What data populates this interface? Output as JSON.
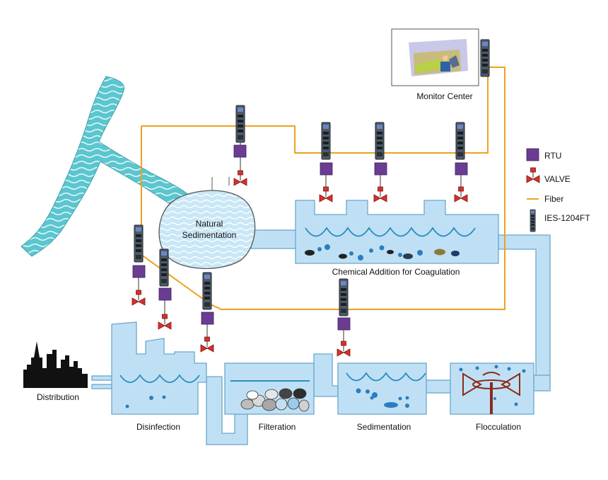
{
  "labels": {
    "monitor_center": "Monitor Center",
    "natural_sedimentation_line1": "Natural",
    "natural_sedimentation_line2": "Sedimentation",
    "chemical_addition": "Chemical Addition for Coagulation",
    "distribution": "Distribution",
    "disinfection": "Disinfection",
    "filteration": "Filteration",
    "sedimentation": "Sedimentation",
    "flocculation": "Flocculation"
  },
  "legend": {
    "rtu": "RTU",
    "valve": "VALVE",
    "fiber": "Fiber",
    "switch": "IES-1204FT"
  },
  "colors": {
    "water_fill": "#bfe0f4",
    "water_stroke": "#6aa7cc",
    "river": "#5bc6cf",
    "fiber": "#f0a020",
    "rtu": "#6a3d93",
    "valve": "#d9302a",
    "wave": "#2a8cc0",
    "flocculator": "#8b2b1c"
  },
  "icons": {
    "switch": "industrial-ethernet-switch-icon",
    "rtu": "rtu-square-icon",
    "valve": "valve-icon",
    "city": "city-skyline-icon",
    "monitor": "control-room-icon",
    "mixer": "flocculator-paddle-icon"
  }
}
